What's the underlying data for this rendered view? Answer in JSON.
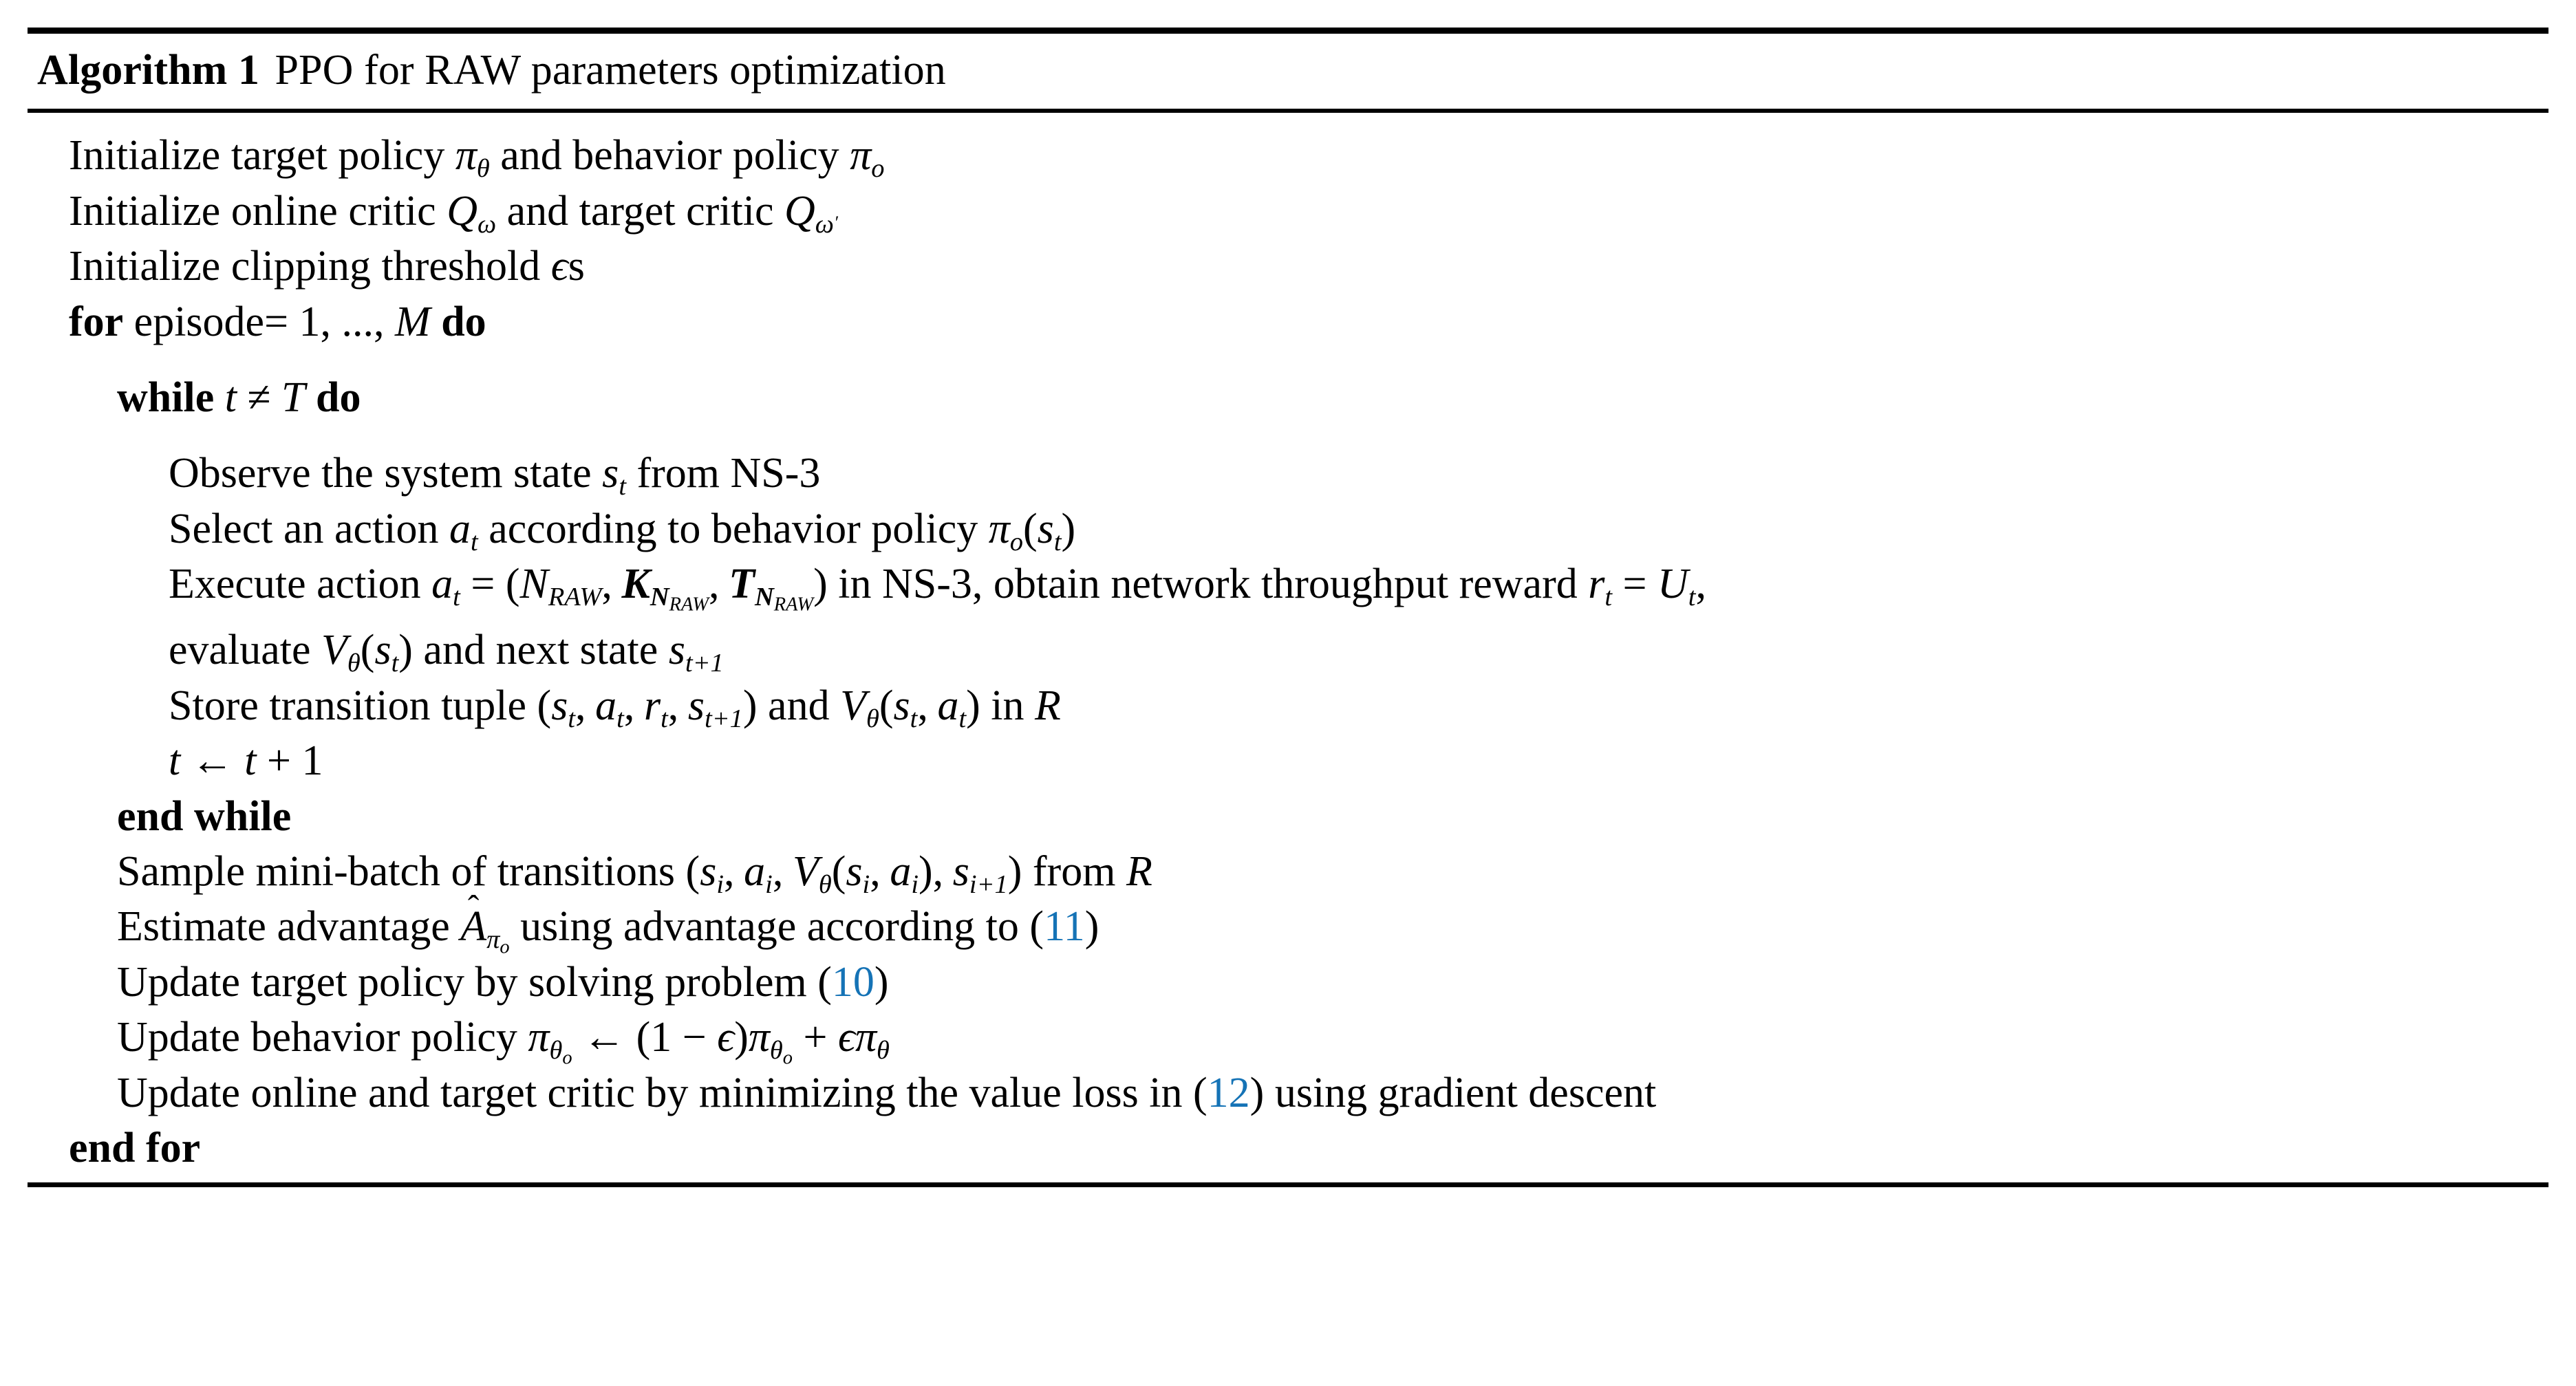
{
  "document": {
    "type": "algorithm-pseudocode-block",
    "caption": {
      "label": "Algorithm 1",
      "title": "PPO for RAW parameters optimization"
    },
    "colors": {
      "text": "#000000",
      "background": "#ffffff",
      "reference_link": "#1573b6",
      "rule": "#000000"
    },
    "references": {
      "advantage_eq": "11",
      "problem_eq": "10",
      "value_loss_eq": "12"
    },
    "lines": [
      {
        "id": "init-target-policy",
        "indent": 0,
        "text": "Initialize target policy πθ and behavior policy πo",
        "segments": [
          "Initialize target policy ",
          "π",
          "θ",
          " and behavior policy ",
          "π",
          "o"
        ]
      },
      {
        "id": "init-critics",
        "indent": 0,
        "text": "Initialize online critic Qω and target critic Qω′"
      },
      {
        "id": "init-clipping",
        "indent": 0,
        "text": "Initialize clipping threshold ϵs"
      },
      {
        "id": "for-episode",
        "indent": 0,
        "keyword_start": "for",
        "keyword_end": "do",
        "text": "for episode= 1, ..., M do"
      },
      {
        "id": "while-t",
        "indent": 1,
        "keyword_start": "while",
        "keyword_end": "do",
        "text": "while t ≠ T do"
      },
      {
        "id": "observe-state",
        "indent": 2,
        "text": "Observe the system state st from NS-3"
      },
      {
        "id": "select-action",
        "indent": 2,
        "text": "Select an action at according to behavior policy πo(st)"
      },
      {
        "id": "execute-action",
        "indent": 2,
        "text": "Execute action at = (NRAW, KNRAW, TNRAW) in NS-3, obtain network throughput reward rt = Ut,"
      },
      {
        "id": "evaluate-value",
        "indent": 2,
        "text": "evaluate Vθ(st) and next state st+1"
      },
      {
        "id": "store-transition",
        "indent": 2,
        "text": "Store transition tuple (st, at, rt, st+1) and Vθ(st, at) in R"
      },
      {
        "id": "increment-t",
        "indent": 2,
        "text": "t ← t + 1"
      },
      {
        "id": "end-while",
        "indent": 1,
        "keyword_start": "end while",
        "text": "end while"
      },
      {
        "id": "sample-minibatch",
        "indent": 1,
        "text": "Sample mini-batch of transitions (si, ai, Vθ(si, ai), si+1) from R"
      },
      {
        "id": "estimate-advantage",
        "indent": 1,
        "text": "Estimate advantage Âπo using advantage according to (11)"
      },
      {
        "id": "update-target-policy",
        "indent": 1,
        "text": "Update target policy by solving problem (10)"
      },
      {
        "id": "update-behavior-policy",
        "indent": 1,
        "text": "Update behavior policy πθo ← (1 − ϵ)πθo + ϵπθ"
      },
      {
        "id": "update-critics",
        "indent": 1,
        "text": "Update online and target critic by minimizing the value loss in (12) using gradient descent"
      },
      {
        "id": "end-for",
        "indent": 0,
        "keyword_start": "end for",
        "text": "end for"
      }
    ],
    "fragments": {
      "initialize": "Initialize",
      "target_policy": "target policy",
      "and": "and",
      "behavior_policy": "behavior policy",
      "online_critic": "online critic",
      "target_critic": "target critic",
      "clipping_threshold": "clipping threshold",
      "for": "for",
      "episode_eq": "episode=",
      "episode_range": "1, ...,",
      "do": "do",
      "while": "while",
      "end_while": "end while",
      "end_for": "end for",
      "observe": "Observe the system state",
      "from_ns3": "from NS-3",
      "select": "Select an action",
      "according_to": "according to",
      "execute": "Execute action",
      "in_ns3_obtain": "in NS-3, obtain network throughput reward",
      "evaluate": "evaluate",
      "and_next_state": "and next state",
      "store": "Store transition tuple",
      "in_r": "in",
      "sample": "Sample mini-batch of transitions",
      "from": "from",
      "estimate": "Estimate advantage",
      "using_advantage": "using advantage according to",
      "update_target": "Update target policy by solving problem",
      "update_behavior": "Update behavior policy",
      "update_critics_a": "Update online and target critic by minimizing the value loss in",
      "update_critics_b": "using gradient descent",
      "s_letter": "s",
      "t_letter": "t",
      "a_letter": "a",
      "r_letter": "r",
      "i_letter": "i",
      "R_letter": "R",
      "M_letter": "M",
      "T_letter": "T",
      "U_letter": "U",
      "V_letter": "V",
      "Q_letter": "Q",
      "K_letter": "K",
      "N_letter": "N",
      "A_letter": "A",
      "pi": "π",
      "theta": "θ",
      "omega": "ω",
      "epsilon": "ϵ",
      "o_sub": "o",
      "RAW": "RAW",
      "one": "1",
      "t_plus_1": "t+1",
      "i_plus_1": "i+1",
      "arrow": "←",
      "neq": "≠",
      "eq": "=",
      "plus": "+",
      "minus": "−",
      "prime": "′",
      "hat": "ˆ",
      "lparen": "(",
      "rparen": ")",
      "comma": ",",
      "s_suffix": "s",
      "open_ref": "(",
      "close_ref": ")"
    }
  }
}
